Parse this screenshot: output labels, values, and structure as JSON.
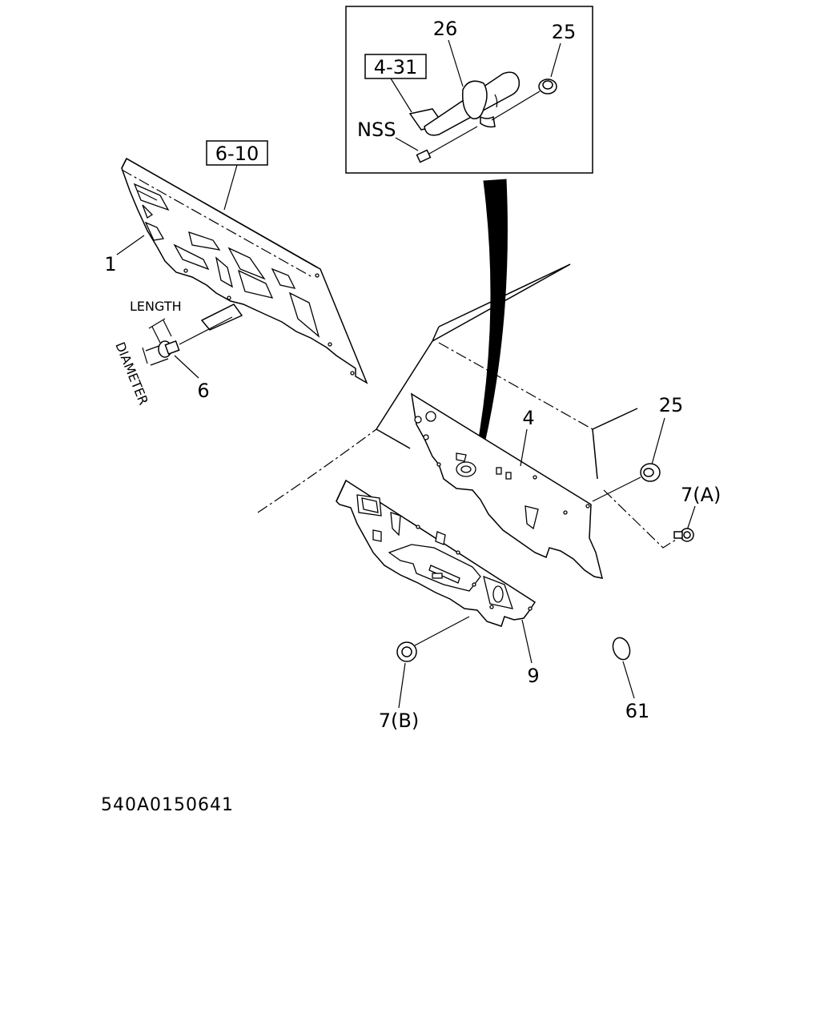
{
  "labels": {
    "ref_4_31": "4-31",
    "ref_6_10": "6-10",
    "part_26": "26",
    "part_25_top": "25",
    "nss": "NSS",
    "part_1": "1",
    "length": "LENGTH",
    "diameter": "DIAMETER",
    "part_6": "6",
    "part_4": "4",
    "part_25_right": "25",
    "part_7a": "7(A)",
    "part_9": "9",
    "part_7b": "7(B)",
    "part_61": "61"
  },
  "diagram_code": "540A0150641"
}
